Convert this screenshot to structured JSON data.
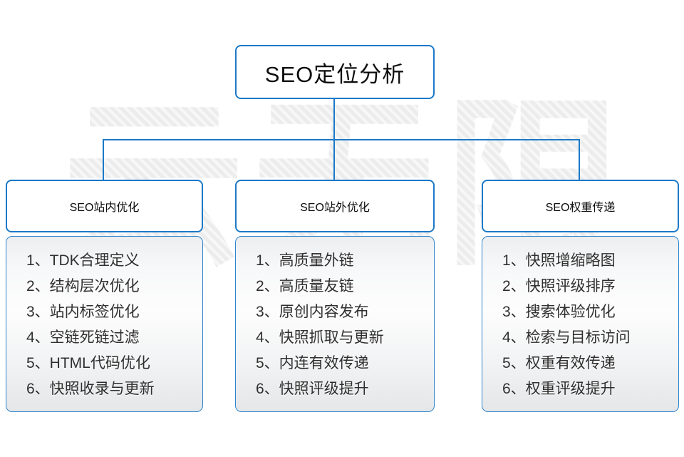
{
  "watermark": {
    "text": "云无限"
  },
  "colors": {
    "accent": "#1b79c8",
    "panel_border": "#2e84cd",
    "text": "#2f2f2f",
    "watermark": "#ededed"
  },
  "root": {
    "title": "SEO定位分析"
  },
  "columns": [
    {
      "title": "SEO站内优化",
      "items": [
        "1、TDK合理定义",
        "2、结构层次优化",
        "3、站内标签优化",
        "4、空链死链过滤",
        "5、HTML代码优化",
        "6、快照收录与更新"
      ]
    },
    {
      "title": "SEO站外优化",
      "items": [
        "1、高质量外链",
        "2、高质量友链",
        "3、原创内容发布",
        "4、快照抓取与更新",
        "5、内连有效传递",
        "6、快照评级提升"
      ]
    },
    {
      "title": "SEO权重传递",
      "items": [
        "1、快照增缩略图",
        "2、快照评级排序",
        "3、搜索体验优化",
        "4、检索与目标访问",
        "5、权重有效传递",
        "6、权重评级提升"
      ]
    }
  ]
}
